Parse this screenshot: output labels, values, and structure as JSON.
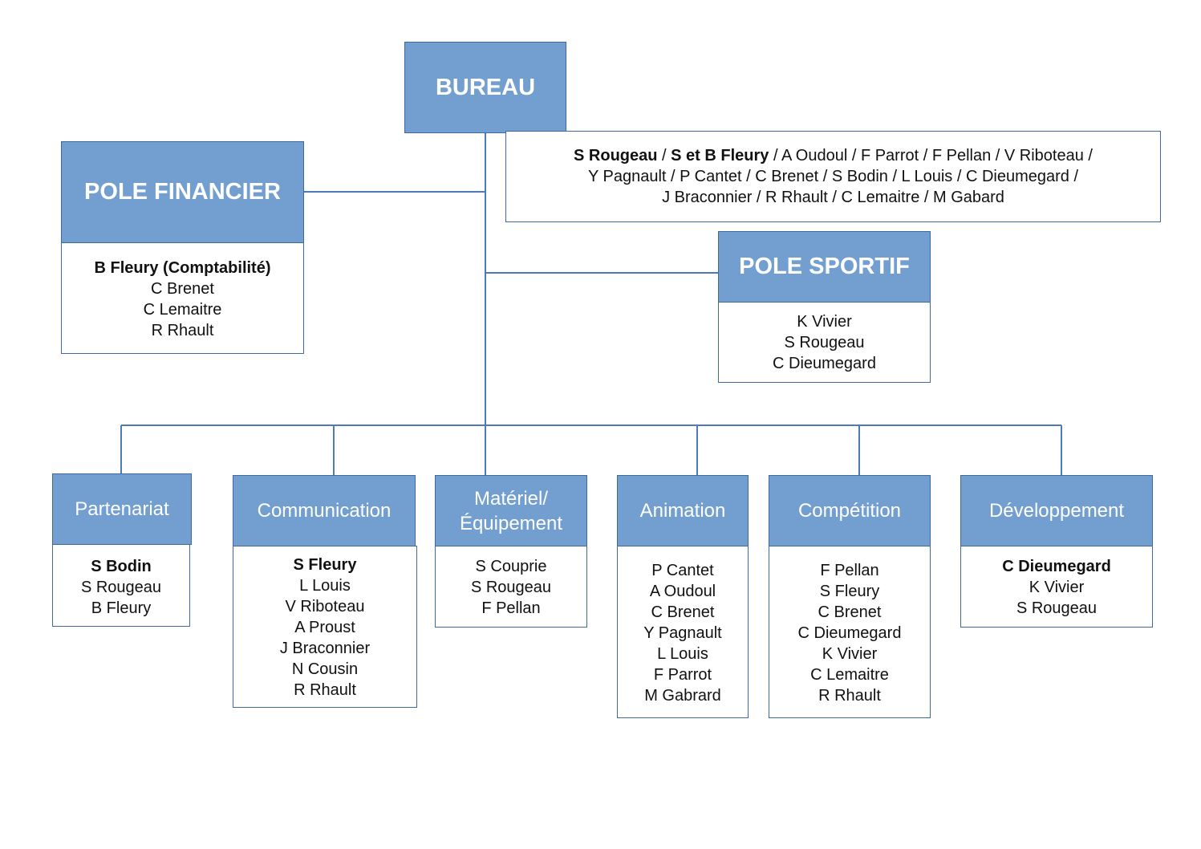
{
  "bureau": {
    "title": "BUREAU",
    "members_bold": "S Rougeau",
    "sep1": " / ",
    "members_bold2": "S et B Fleury",
    "members_line1_rest": " /  A Oudoul / F Parrot / F Pellan / V Riboteau /",
    "members_line2": "Y Pagnault / P Cantet / C Brenet / S Bodin / L Louis / C Dieumegard /",
    "members_line3": "J Braconnier / R Rhault / C Lemaitre / M Gabard"
  },
  "pole_financier": {
    "title": "POLE FINANCIER",
    "lead": "B Fleury (Comptabilité)",
    "members": [
      "C Brenet",
      "C Lemaitre",
      "R Rhault"
    ]
  },
  "pole_sportif": {
    "title": "POLE SPORTIF",
    "members": [
      "K Vivier",
      "S Rougeau",
      "C Dieumegard"
    ]
  },
  "groups": [
    {
      "title": "Partenariat",
      "lead": "S Bodin",
      "members": [
        "S Rougeau",
        "B Fleury"
      ]
    },
    {
      "title": "Communication",
      "lead": "S Fleury",
      "members": [
        "L Louis",
        "V Riboteau",
        "A Proust",
        "J Braconnier",
        "N Cousin",
        "R Rhault"
      ]
    },
    {
      "title_line1": "Matériel/",
      "title_line2": "Équipement",
      "members": [
        "S Couprie",
        "S Rougeau",
        "F Pellan"
      ]
    },
    {
      "title": "Animation",
      "members": [
        "P Cantet",
        "A Oudoul",
        "C Brenet",
        "Y Pagnault",
        "L Louis",
        "F Parrot",
        "M Gabrard"
      ]
    },
    {
      "title": "Compétition",
      "members": [
        "F Pellan",
        "S Fleury",
        "C Brenet",
        "C Dieumegard",
        "K Vivier",
        "C Lemaitre",
        "R Rhault"
      ]
    },
    {
      "title": "Développement",
      "lead": "C Dieumegard",
      "members": [
        "K Vivier",
        "S Rougeau"
      ]
    }
  ],
  "colors": {
    "header_fill": "#729fcf",
    "border": "#3f6a9f",
    "connector": "#4f7ab8"
  }
}
